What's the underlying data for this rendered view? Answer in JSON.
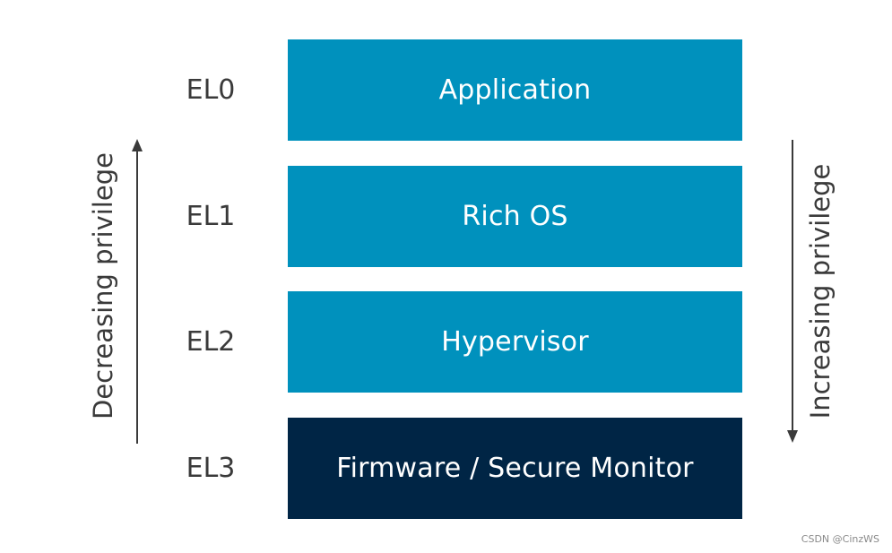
{
  "colors": {
    "layer_blue": "#0091bd",
    "layer_dark": "#002545",
    "text_gray": "#3a3a3a",
    "arrow_gray": "#3a3a3a"
  },
  "levels": [
    {
      "el": "EL0",
      "name": "Application",
      "color": "#0091bd"
    },
    {
      "el": "EL1",
      "name": "Rich OS",
      "color": "#0091bd"
    },
    {
      "el": "EL2",
      "name": "Hypervisor",
      "color": "#0091bd"
    },
    {
      "el": "EL3",
      "name": "Firmware / Secure Monitor",
      "color": "#002545"
    }
  ],
  "left_axis": {
    "label": "Decreasing privilege",
    "direction": "up"
  },
  "right_axis": {
    "label": "Increasing privilege",
    "direction": "down"
  },
  "watermark": "CSDN @CinzWS"
}
